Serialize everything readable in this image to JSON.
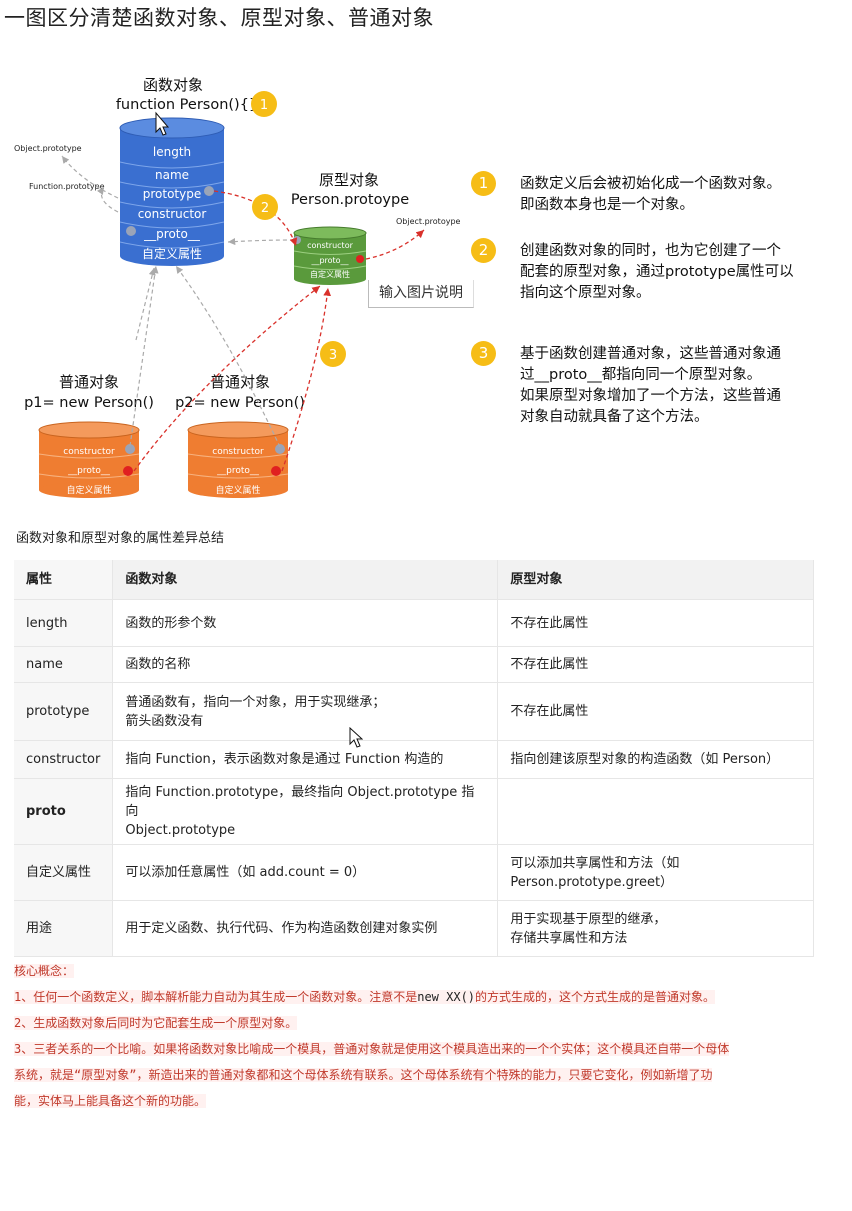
{
  "title": "一图区分清楚函数对象、原型对象、普通对象",
  "diagram": {
    "function_object": {
      "label": "函数对象",
      "code": "function Person(){}",
      "fields": [
        "length",
        "name",
        "prototype",
        "constructor",
        "__proto__",
        "自定义属性"
      ],
      "color": "#3a6fd0"
    },
    "prototype_object": {
      "label": "原型对象",
      "code": "Person.protoype",
      "fields": [
        "constructor",
        "__proto__",
        "自定义属性"
      ],
      "color": "#5a9a3c"
    },
    "instance_1": {
      "label": "普通对象",
      "code": "p1= new Person()",
      "fields": [
        "constructor",
        "__proto__",
        "自定义属性"
      ],
      "color": "#ef7d31"
    },
    "instance_2": {
      "label": "普通对象",
      "code": "p2= new Person()",
      "fields": [
        "constructor",
        "__proto__",
        "自定义属性"
      ],
      "color": "#ef7d31"
    },
    "side_labels": {
      "object_prototype_left": "Object.prototype",
      "function_prototype": "Function.prototype",
      "object_prototype_right": "Object.protoype"
    },
    "markers": [
      "1",
      "2",
      "3"
    ],
    "caption": "输入图片说明"
  },
  "notes": [
    {
      "num": "1",
      "lines": [
        "函数定义后会被初始化成一个函数对象。",
        "即函数本身也是一个对象。"
      ]
    },
    {
      "num": "2",
      "lines": [
        "创建函数对象的同时，也为它创建了一个",
        "配套的原型对象，通过prototype属性可以",
        "指向这个原型对象。"
      ]
    },
    {
      "num": "3",
      "lines": [
        "基于函数创建普通对象，这些普通对象通",
        "过__proto__都指向同一个原型对象。",
        "如果原型对象增加了一个方法，这些普通",
        "对象自动就具备了这个方法。"
      ]
    }
  ],
  "table": {
    "title": "函数对象和原型对象的属性差异总结",
    "headers": [
      "属性",
      "函数对象",
      "原型对象"
    ],
    "rows": [
      [
        "length",
        "函数的形参个数",
        "不存在此属性"
      ],
      [
        "name",
        "函数的名称",
        "不存在此属性"
      ],
      [
        "prototype",
        "普通函数有，指向一个对象，用于实现继承；\n箭头函数没有",
        "不存在此属性"
      ],
      [
        "constructor",
        "指向 Function，表示函数对象是通过 Function 构造的",
        "指向创建该原型对象的构造函数（如 Person）"
      ],
      [
        "proto",
        "指向 Function.prototype，最终指向 Object.prototype 指向\nObject.prototype",
        ""
      ],
      [
        "自定义属性",
        "可以添加任意属性（如 add.count = 0）",
        "可以添加共享属性和方法（如\nPerson.prototype.greet）"
      ],
      [
        "用途",
        "用于定义函数、执行代码、作为构造函数创建对象实例",
        "用于实现基于原型的继承，\n存储共享属性和方法"
      ]
    ]
  },
  "core": {
    "heading": "核心概念：",
    "line1_a": "1、任何一个函数定义，脚本解析能力自动为其生成一个函数对象。注意不是",
    "line1_code": "new XX()",
    "line1_b": "的方式生成的，这个方式生成的是普通对象。",
    "line2": "2、生成函数对象后同时为它配套生成一个原型对象。",
    "line3a": "3、三者关系的一个比喻。如果将函数对象比喻成一个模具，普通对象就是使用这个模具造出来的一个个实体；这个模具还自带一个母体",
    "line3b": "系统，就是“原型对象”，新造出来的普通对象都和这个母体系统有联系。这个母体系统有个特殊的能力，只要它变化，例如新增了功",
    "line3c": "能，实体马上能具备这个新的功能。"
  }
}
